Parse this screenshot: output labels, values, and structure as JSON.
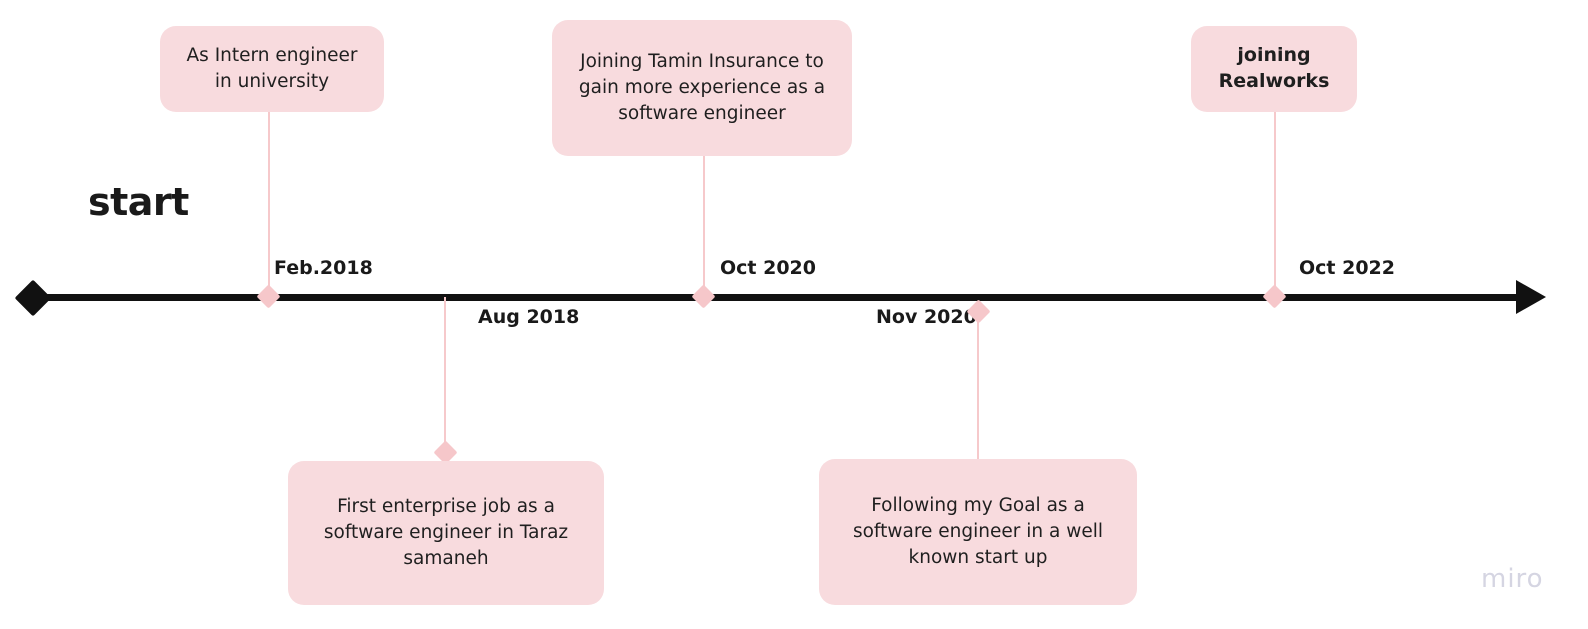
{
  "chart_data": {
    "type": "timeline",
    "title": "start",
    "axis": {
      "orientation": "horizontal",
      "start_marker": "diamond",
      "end_marker": "arrow",
      "color": "#111111"
    },
    "events": [
      {
        "date": "Feb.2018",
        "text": "As Intern engineer in university",
        "side": "above",
        "bold": false,
        "marker_on_axis": true
      },
      {
        "date": "Aug 2018",
        "text": "First enterprise job as a software engineer in Taraz samaneh",
        "side": "below",
        "bold": false,
        "marker_on_axis": false
      },
      {
        "date": "Oct 2020",
        "text": "Joining Tamin Insurance to gain more experience as a software engineer",
        "side": "above",
        "bold": false,
        "marker_on_axis": true
      },
      {
        "date": "Nov 2020",
        "text": "Following my Goal as a software engineer in a well known start up",
        "side": "below",
        "bold": false,
        "marker_on_axis": true
      },
      {
        "date": "Oct 2022",
        "text": "joining Realworks",
        "side": "above",
        "bold": true,
        "marker_on_axis": true
      }
    ],
    "colors": {
      "card_fill": "#F8DBDE",
      "connector": "#F6C9CB",
      "marker": "#F6C7CA",
      "axis": "#111111",
      "text": "#1f1f1f"
    }
  },
  "board": {
    "start_label": "start",
    "watermark": "miro"
  },
  "cards": {
    "intern": "As Intern engineer in university",
    "taraz": "First enterprise job as a software engineer in Taraz samaneh",
    "tamin": "Joining Tamin Insurance to gain more experience as a software engineer",
    "startup": "Following my Goal as a software engineer in a well known start up",
    "realworks": "joining Realworks"
  },
  "dates": {
    "feb2018": "Feb.2018",
    "aug2018": "Aug 2018",
    "oct2020": "Oct 2020",
    "nov2020": "Nov 2020",
    "oct2022": "Oct 2022"
  }
}
